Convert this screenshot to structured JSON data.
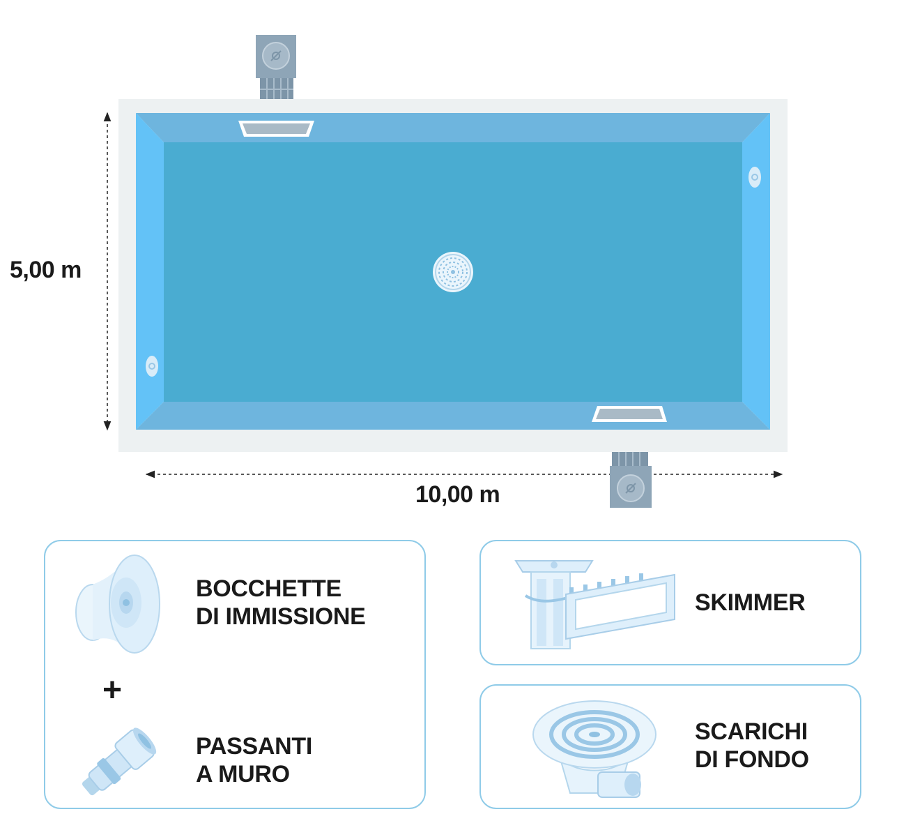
{
  "dimensions": {
    "height_label": "5,00 m",
    "width_label": "10,00 m"
  },
  "legend": {
    "inlets": {
      "line1": "BOCCHETTE",
      "line2": "DI IMMISSIONE"
    },
    "plus": "+",
    "passthrough": {
      "line1": "PASSANTI",
      "line2": "A MURO"
    },
    "skimmer": {
      "label": "SKIMMER"
    },
    "drains": {
      "line1": "SCARICHI",
      "line2": "DI FONDO"
    }
  },
  "colors": {
    "pool_floor": "#4aacd1",
    "pool_wall_long": "#6eb5de",
    "pool_wall_short": "#63c2f7",
    "coping": "#edf1f2",
    "skimmer_body": "#8ea5b7",
    "card_border": "#8fcbe8",
    "icon_fill": "#deeffb",
    "icon_stroke": "#9ac7e6"
  },
  "icons": {
    "inlet": "inlet-nozzle-icon",
    "passthrough": "wall-pass-through-icon",
    "skimmer": "skimmer-icon",
    "drain": "bottom-drain-icon"
  }
}
